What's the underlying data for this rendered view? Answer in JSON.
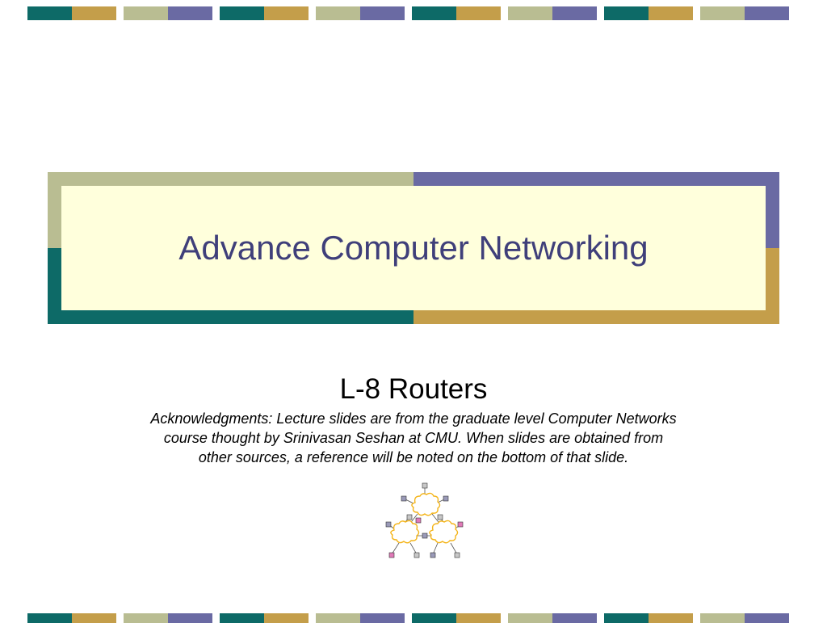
{
  "slide": {
    "title": "Advance Computer Networking",
    "subtitle": "L-8 Routers",
    "acknowledgment": "Acknowledgments: Lecture slides are from the graduate level Computer Networks course thought by Srinivasan Seshan at CMU. When slides are obtained from other sources, a reference will be noted on the bottom of that slide."
  },
  "theme": {
    "teal": "#0d6a67",
    "gold": "#c49e4a",
    "sage": "#b9bd92",
    "slate_blue": "#6a6aa3",
    "title_fill": "#ffffdc",
    "title_color": "#3f3f7a",
    "cloud_color": "#f4b418"
  },
  "graphics": {
    "stripe_pattern": [
      "teal",
      "gold",
      "sage",
      "slate_blue"
    ],
    "network_icon": "router-network-icon"
  }
}
